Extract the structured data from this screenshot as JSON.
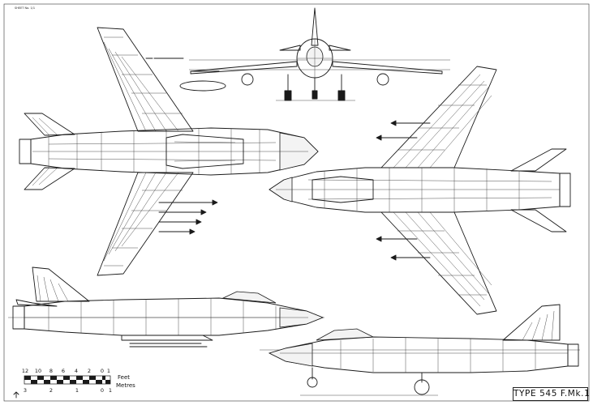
{
  "drawing": {
    "sheet_tag": "SHEET No. 1/1",
    "title": "TYPE 545 F.Mk.1"
  },
  "scale_bar": {
    "feet_ticks": [
      "12",
      "10",
      "8",
      "6",
      "4",
      "2",
      "0",
      "1"
    ],
    "feet_label": "Feet",
    "metres_ticks": [
      "3",
      "2",
      "1",
      "0",
      "1"
    ],
    "metres_label": "Metres"
  }
}
